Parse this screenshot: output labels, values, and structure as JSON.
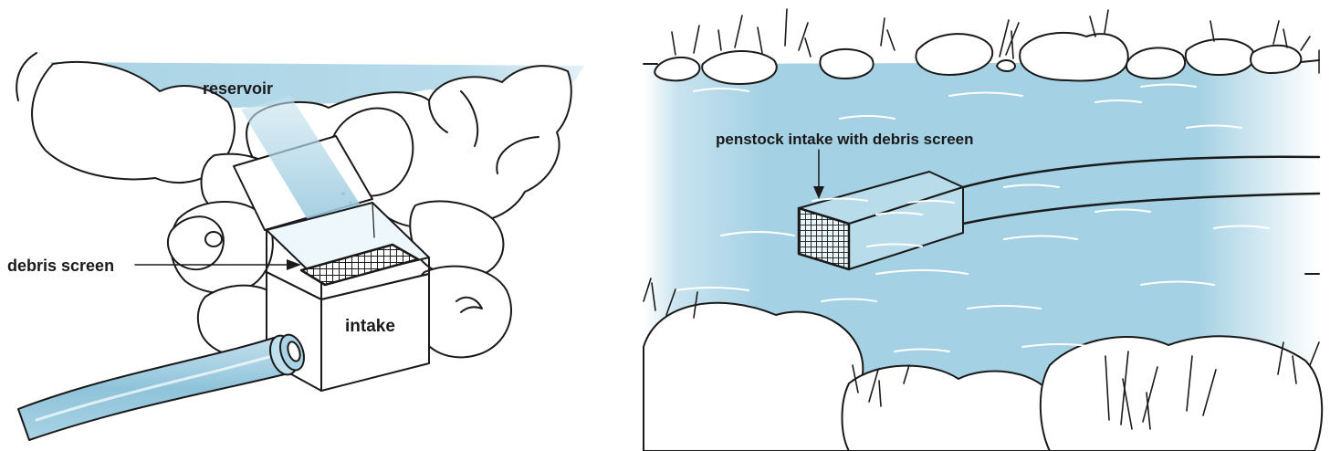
{
  "left_panel": {
    "labels": {
      "reservoir": "reservoir",
      "debris_screen": "debris screen",
      "intake": "intake"
    }
  },
  "right_panel": {
    "labels": {
      "penstock_intake": "penstock intake with debris screen"
    }
  },
  "colors": {
    "water": "#a6d2e4",
    "water_light": "#dcedf5",
    "outline": "#1a1a1a",
    "rock_fill": "#ffffff"
  },
  "icons": [
    "rock-icon",
    "grass-icon",
    "mesh-screen-icon",
    "pipe-icon",
    "arrow-icon"
  ]
}
